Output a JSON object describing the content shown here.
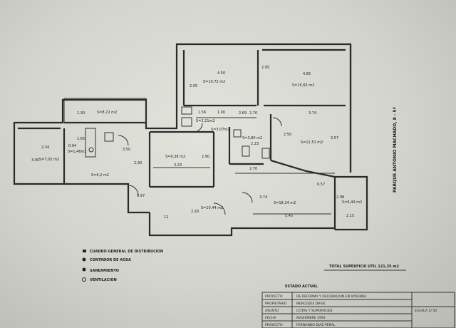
{
  "rooms": [
    {
      "label": "S=10,72 m2",
      "w": "4.50",
      "h": "2.95"
    },
    {
      "label": "S=15,65 m2",
      "w": "4.65",
      "h": "2.95"
    },
    {
      "label": "S=11,51 m2",
      "w": "3.74",
      "h": "3.57"
    },
    {
      "label": "S=8,72 m2",
      "w": "",
      "h": "1.30"
    },
    {
      "label": "S=7,02 m2",
      "w": "2.34",
      "h": "3.00"
    },
    {
      "label": "S=1,46m2",
      "w": "0.94",
      "h": "1.65"
    },
    {
      "label": "S=6,2 m2",
      "w": "3.50",
      "h": "2.90"
    },
    {
      "label": "S=9,38 m2",
      "w": "3.23",
      "h": "2.90"
    },
    {
      "label": "S=3,07m2",
      "w": "",
      "h": ""
    },
    {
      "label": "S=2,21m2",
      "w": "1.56",
      "h": "1.00"
    },
    {
      "label": "S=3,80 m2",
      "w": "2.23",
      "h": "2.69"
    },
    {
      "label": "S=10,44 m2",
      "w": "",
      "h": "2.20"
    },
    {
      "label": "S=18,24 m2",
      "w": "5.45",
      "h": "3.74"
    },
    {
      "label": "S=6,40 m2",
      "w": "2.15",
      "h": "2.98"
    }
  ],
  "dims": {
    "d270a": "2.70",
    "d270b": "2.70",
    "d250": "2.50",
    "d057": "0.57",
    "d097": "0.97",
    "d12": "12"
  },
  "street": "PARQUE ANTONIO MACHADO, 8 - 5º",
  "legend": [
    {
      "icon": "square",
      "text": "CUADRO GENERAL DE DISTRIBUCION"
    },
    {
      "icon": "circle",
      "text": "CONTADOR DE AGUA"
    },
    {
      "icon": "dot",
      "text": "SANEAMIENTO"
    },
    {
      "icon": "ring",
      "text": "VENTILACION"
    }
  ],
  "total": "TOTAL SUPERFICIE UTIL 121,35 m2",
  "state": "ESTADO ACTUAL",
  "title_block": {
    "rows": [
      {
        "k": "PROYECTO",
        "v": "DE REFORMA Y DECORACION EN VIVIENDA"
      },
      {
        "k": "PROPIETARIO",
        "v": "MERCEDES DRIVE"
      },
      {
        "k": "ASUNTO",
        "v": "COTAS Y SUPERFICIES"
      },
      {
        "k": "FECHA",
        "v": "NOVIEMBRE 1993"
      },
      {
        "k": "PROYECTO",
        "v": "FERNANDO DIAZ PERAL"
      }
    ],
    "scale": "ESCALA 1/ 50"
  }
}
